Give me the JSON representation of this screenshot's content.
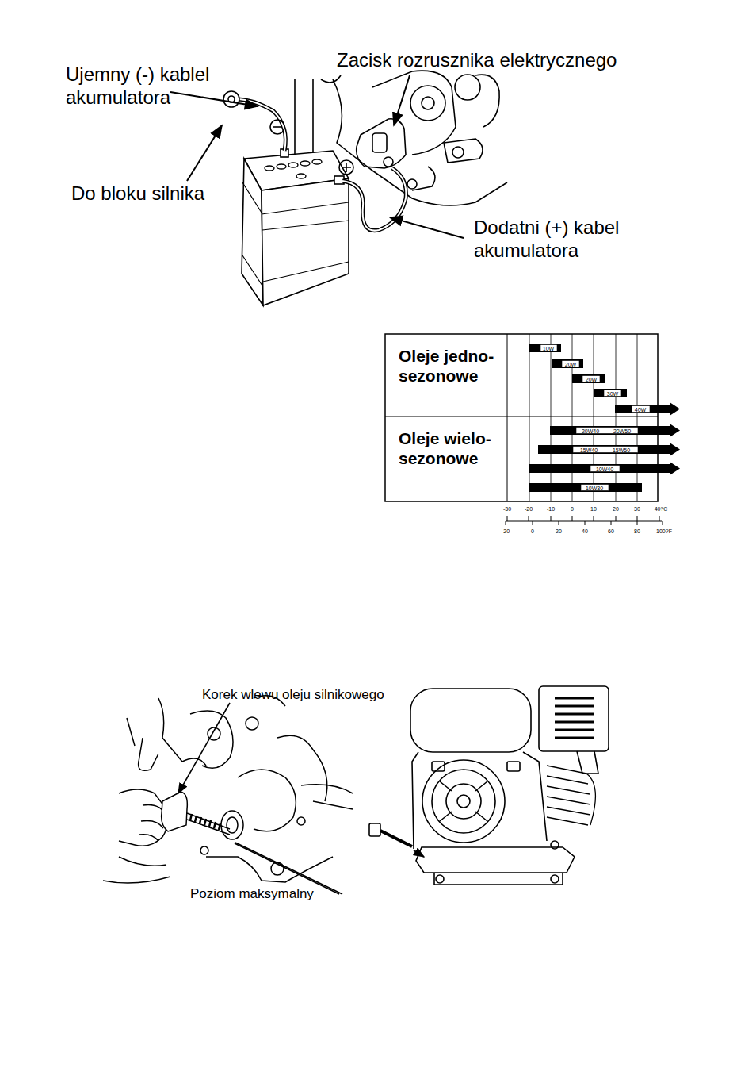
{
  "diagram": {
    "labels": [
      "Ujemny (-) kablel akumulatora",
      "Zacisk rozrusznika elektrycznego",
      "Do bloku silnika",
      "Dodatni (+) kabel akumulatora",
      "Oleje jedno- sezonowe",
      "Oleje wielo- sezonowe",
      "10W",
      "20W",
      "20W",
      "30W",
      "40W",
      "20W40",
      "20W50",
      "15W40",
      "15W50",
      "10W40",
      "10W30",
      "-30",
      "-20",
      "-10",
      "0",
      "10",
      "20",
      "30",
      "40?C",
      "-20",
      "0",
      "20",
      "40",
      "60",
      "80",
      "100?F",
      "Korek wlewu oleju silnikowego",
      "Poziom maksymalny"
    ]
  }
}
